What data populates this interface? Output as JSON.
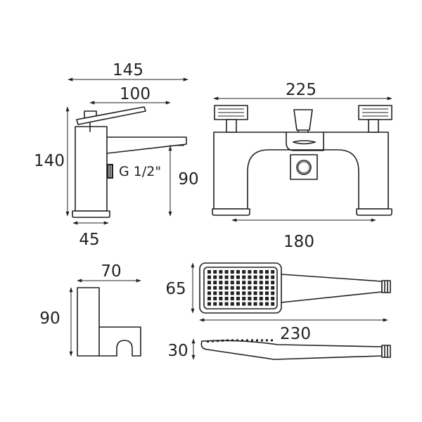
{
  "colors": {
    "line": "#231f20",
    "background": "#ffffff"
  },
  "tap_side": {
    "width_overall": "145",
    "lever_length": "100",
    "height": "140",
    "spout_height": "90",
    "base_depth": "45",
    "connection": "G 1/2\""
  },
  "tap_front": {
    "width_overall": "225",
    "centres": "180"
  },
  "holder": {
    "width": "70",
    "height": "90"
  },
  "handset": {
    "head_width": "65",
    "length": "230",
    "thickness": "30"
  }
}
